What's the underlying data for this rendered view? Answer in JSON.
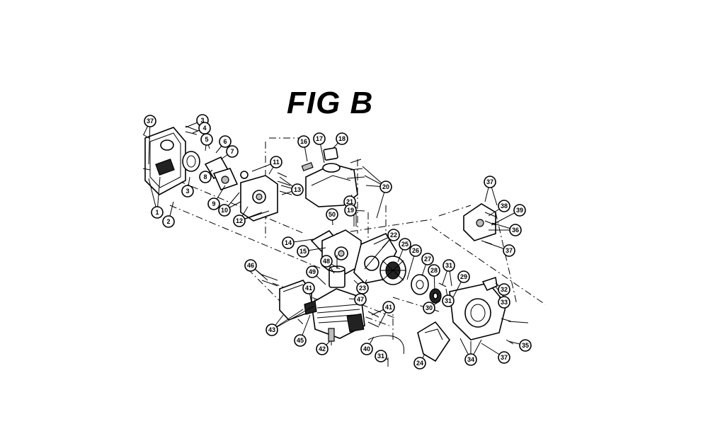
{
  "figure": {
    "title": "FIG B",
    "callouts": [
      {
        "id": "c37a",
        "label": "37"
      },
      {
        "id": "c3a",
        "label": "3"
      },
      {
        "id": "c4",
        "label": "4"
      },
      {
        "id": "c5",
        "label": "5"
      },
      {
        "id": "c6",
        "label": "6"
      },
      {
        "id": "c7",
        "label": "7"
      },
      {
        "id": "c11",
        "label": "11"
      },
      {
        "id": "c16",
        "label": "16"
      },
      {
        "id": "c17",
        "label": "17"
      },
      {
        "id": "c18",
        "label": "18"
      },
      {
        "id": "c20",
        "label": "20"
      },
      {
        "id": "c8",
        "label": "8"
      },
      {
        "id": "c3b",
        "label": "3"
      },
      {
        "id": "c13",
        "label": "13"
      },
      {
        "id": "c9",
        "label": "9"
      },
      {
        "id": "c10",
        "label": "10"
      },
      {
        "id": "c21",
        "label": "21"
      },
      {
        "id": "c1",
        "label": "1"
      },
      {
        "id": "c2",
        "label": "2"
      },
      {
        "id": "c12",
        "label": "12"
      },
      {
        "id": "c19",
        "label": "19"
      },
      {
        "id": "c50",
        "label": "50"
      },
      {
        "id": "c37b",
        "label": "37"
      },
      {
        "id": "c38",
        "label": "38"
      },
      {
        "id": "c39",
        "label": "39"
      },
      {
        "id": "c36",
        "label": "36"
      },
      {
        "id": "c14",
        "label": "14"
      },
      {
        "id": "c22",
        "label": "22"
      },
      {
        "id": "c15",
        "label": "15"
      },
      {
        "id": "c25",
        "label": "25"
      },
      {
        "id": "c26",
        "label": "26"
      },
      {
        "id": "c37c",
        "label": "37"
      },
      {
        "id": "c46a",
        "label": "46"
      },
      {
        "id": "c48",
        "label": "48"
      },
      {
        "id": "c27",
        "label": "27"
      },
      {
        "id": "c31a",
        "label": "31"
      },
      {
        "id": "c49",
        "label": "49"
      },
      {
        "id": "c28",
        "label": "28"
      },
      {
        "id": "c29",
        "label": "29"
      },
      {
        "id": "c23",
        "label": "23"
      },
      {
        "id": "c32",
        "label": "32"
      },
      {
        "id": "c41a",
        "label": "41"
      },
      {
        "id": "c47",
        "label": "47"
      },
      {
        "id": "c33",
        "label": "33"
      },
      {
        "id": "c30",
        "label": "30"
      },
      {
        "id": "c41b",
        "label": "41"
      },
      {
        "id": "c43",
        "label": "43"
      },
      {
        "id": "c31b",
        "label": "31"
      },
      {
        "id": "c45",
        "label": "45"
      },
      {
        "id": "c42",
        "label": "42"
      },
      {
        "id": "c40",
        "label": "40"
      },
      {
        "id": "c35",
        "label": "35"
      },
      {
        "id": "c34",
        "label": "34"
      },
      {
        "id": "c37d",
        "label": "37"
      },
      {
        "id": "c31c",
        "label": "31"
      },
      {
        "id": "c24",
        "label": "24"
      }
    ]
  }
}
